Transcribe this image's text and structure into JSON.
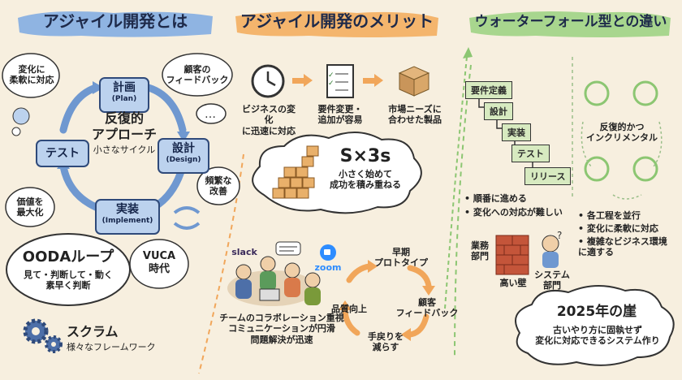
{
  "colors": {
    "background": "#f7efdf",
    "blue": "#6f98d0",
    "orange": "#f1a65a",
    "green": "#8cc672",
    "box_blue": "#bcd2ee",
    "step_green": "#d7eac0"
  },
  "sections": {
    "agile": {
      "title": "アジャイル開発とは",
      "cycle_center": {
        "title": "反復的\nアプローチ",
        "subtitle": "小さなサイクル"
      },
      "steps": [
        {
          "label": "計画",
          "en": "(Plan)"
        },
        {
          "label": "設計",
          "en": "(Design)"
        },
        {
          "label": "実装",
          "en": "(Implement)"
        },
        {
          "label": "テスト",
          "en": ""
        }
      ],
      "bubbles": {
        "change": "変化に\n柔軟に対応",
        "feedback": "顧客の\nフィードバック",
        "improve": "頻繁な\n改善",
        "value": "価値を\n最大化",
        "vuca": "VUCA\n時代"
      },
      "ooda": {
        "title": "OODAループ",
        "desc": "見て・判断して・動く\n素早く判断"
      },
      "scrum": {
        "title": "スクラム",
        "desc": "様々なフレームワーク"
      }
    },
    "merit": {
      "title": "アジャイル開発のメリット",
      "items": [
        {
          "icon": "clock-icon",
          "label": "ビジネスの変化\nに迅速に対応"
        },
        {
          "icon": "checklist-icon",
          "label": "要件変更・\n追加が容易"
        },
        {
          "icon": "box-icon",
          "label": "市場ニーズに\n合わせた製品"
        }
      ],
      "s3s": {
        "title": "S×3s",
        "desc": "小さく始めて\n成功を積み重ねる"
      },
      "team": {
        "logos": [
          "slack",
          "zoom"
        ],
        "desc": "チームのコラボレーション重視\nコミュニケーションが円滑\n問題解決が迅速"
      },
      "loop": [
        "早期\nプロトタイプ",
        "顧客\nフィードバック",
        "手戻りを\n減らす",
        "品質向上"
      ]
    },
    "waterfall": {
      "title": "ウォーターフォール型との違い",
      "steps": [
        "要件定義",
        "設計",
        "実装",
        "テスト",
        "リリース"
      ],
      "points": [
        "順番に進める",
        "変化への対応が難しい"
      ],
      "wall": {
        "left": "業務\n部門",
        "label": "高い壁",
        "right": "システム\n部門"
      },
      "agile_desc": "反復的かつ\nインクリメンタル",
      "agile_points": [
        "各工程を並行",
        "変化に柔軟に対応",
        "複雑なビジネス環境\nに適する"
      ],
      "cliff": {
        "title": "2025年の崖",
        "desc": "古いやり方に固執せず\n変化に対応できるシステム作り"
      }
    }
  }
}
